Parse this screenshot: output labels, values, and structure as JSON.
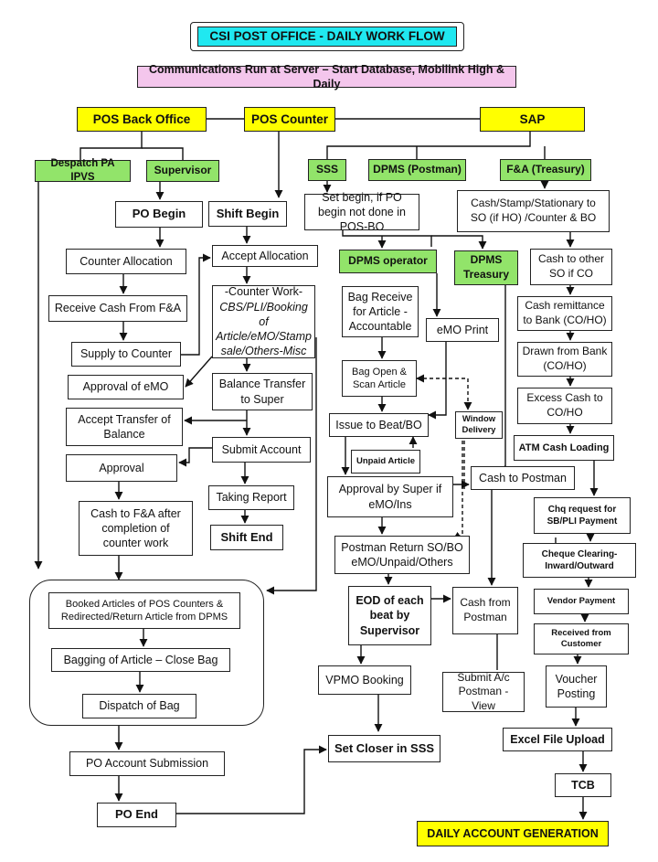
{
  "title": "CSI POST OFFICE - DAILY WORK FLOW",
  "subtitle": "Communications Run at Server – Start Database, Mobilink High & Daily",
  "pos_back_office": "POS Back Office",
  "pos_counter": "POS Counter",
  "sap": "SAP",
  "despatch": "Despatch PA IPVS",
  "supervisor": "Supervisor",
  "po_begin": "PO Begin",
  "counter_allocation": "Counter Allocation",
  "receive_cash": "Receive Cash From F&A",
  "supply_counter": "Supply to Counter",
  "approval_emo": "Approval of eMO",
  "accept_transfer": "Accept Transfer of Balance",
  "approval": "Approval",
  "cash_fa": "Cash to F&A after completion of counter work",
  "shift_begin": "Shift Begin",
  "accept_allocation": "Accept Allocation",
  "counter_work": "-Counter Work-",
  "counter_work_items": "CBS/PLI/Booking of Article/eMO/Stamp sale/Others-Misc",
  "balance_transfer": "Balance Transfer to Super",
  "submit_account": "Submit Account",
  "taking_report": "Taking Report",
  "shift_end": "Shift End",
  "booked_articles": "Booked Articles of POS Counters & Redirected/Return Article from DPMS",
  "bagging": "Bagging of Article – Close Bag",
  "dispatch_bag": "Dispatch of Bag",
  "po_account": "PO Account Submission",
  "po_end": "PO End",
  "sss": "SSS",
  "set_begin": "Set begin, if PO begin not done in POS-BO",
  "dpms_postman": "DPMS (Postman)",
  "dpms_operator": "DPMS operator",
  "dpms_treasury": "DPMS Treasury",
  "bag_receive": "Bag Receive for Article - Accountable",
  "emo_print": "eMO Print",
  "bag_open": "Bag Open & Scan Article",
  "issue_beat": "Issue to Beat/BO",
  "window_delivery": "Window Delivery",
  "unpaid_article": "Unpaid Article",
  "approval_super": "Approval by Super if eMO/Ins",
  "cash_postman": "Cash to Postman",
  "postman_return": "Postman Return SO/BO eMO/Unpaid/Others",
  "eod": "EOD of each beat by Supervisor",
  "cash_from_postman": "Cash from Postman",
  "vpmo": "VPMO Booking",
  "submit_ac": "Submit A/c Postman - View",
  "set_closer": "Set Closer in SSS",
  "fa_treasury": "F&A (Treasury)",
  "cash_stamp": "Cash/Stamp/Stationary to SO (if HO) /Counter & BO",
  "cash_other_so": "Cash to other SO if CO",
  "cash_remit": "Cash remittance to Bank (CO/HO)",
  "drawn_bank": "Drawn from Bank (CO/HO)",
  "excess_cash": "Excess Cash to CO/HO",
  "atm": "ATM Cash Loading",
  "chq_request": "Chq request for SB/PLI Payment",
  "cheque_clearing": "Cheque Clearing- Inward/Outward",
  "vendor": "Vendor Payment",
  "received_customer": "Received from Customer",
  "voucher": "Voucher Posting",
  "excel": "Excel File Upload",
  "tcb": "TCB",
  "daily": "DAILY ACCOUNT GENERATION"
}
